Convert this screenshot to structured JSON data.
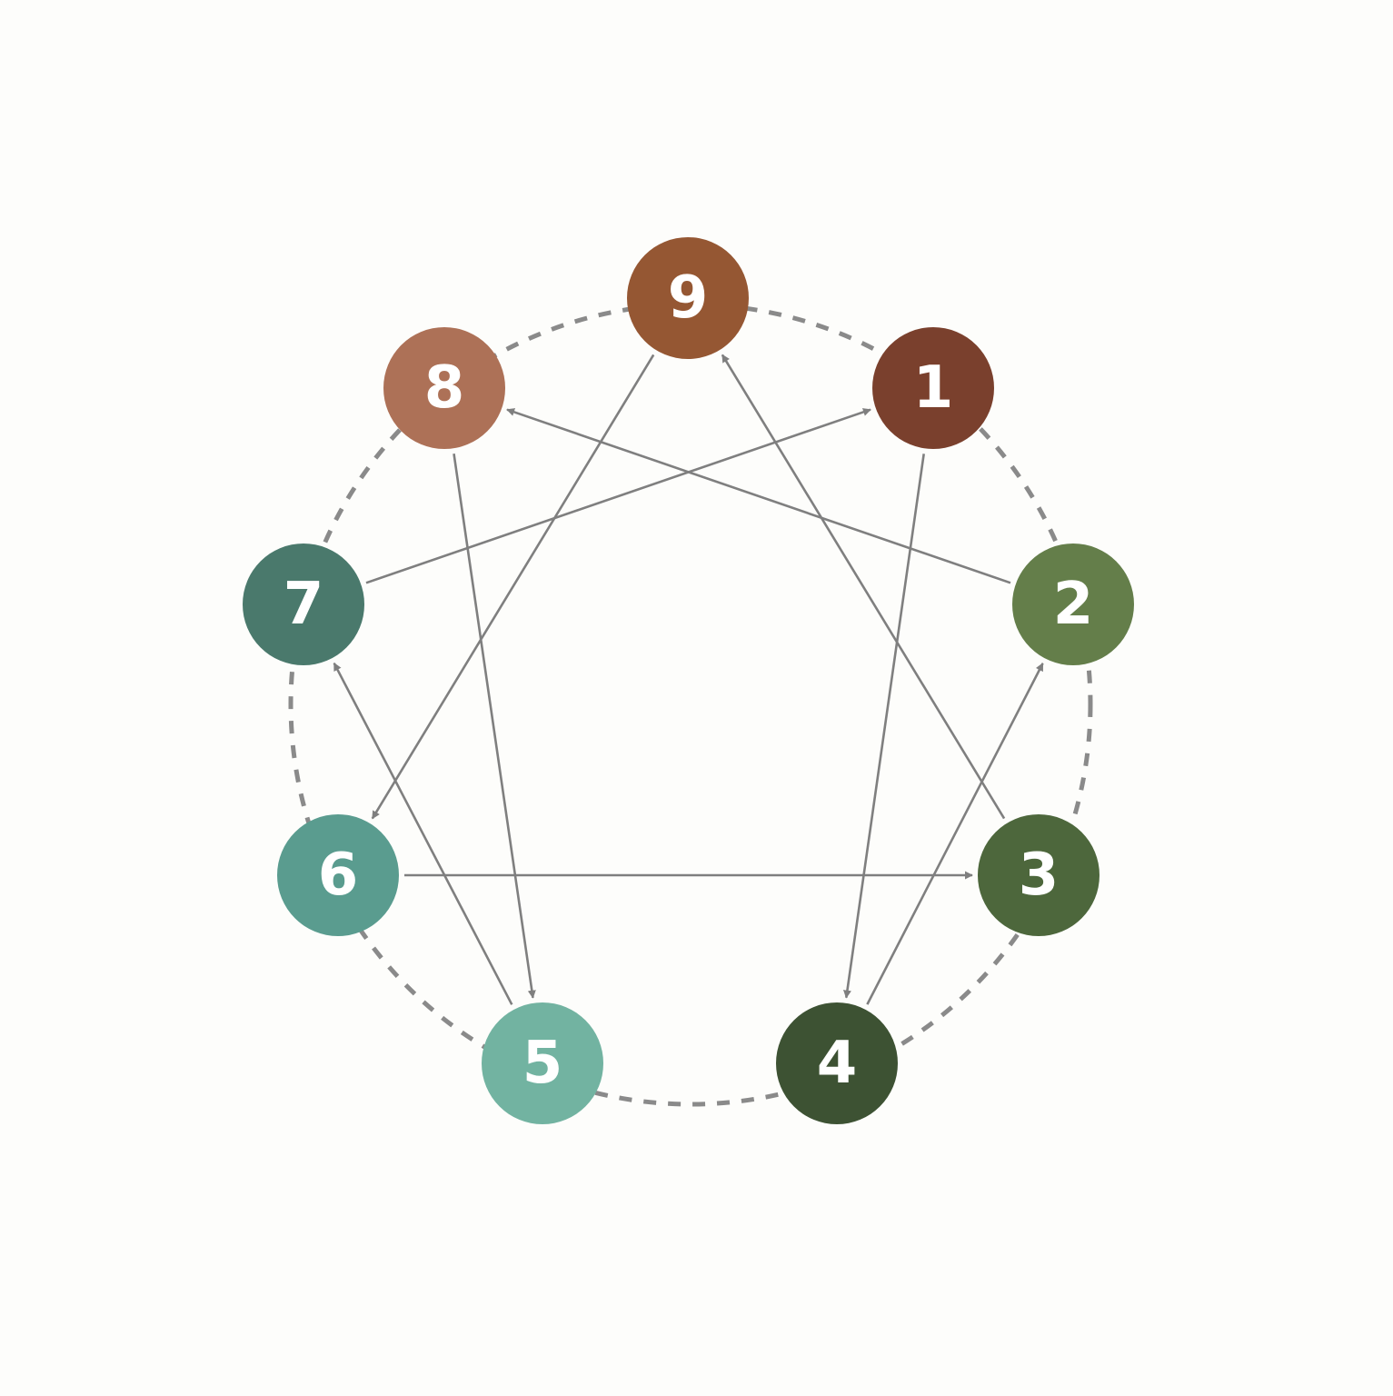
{
  "diagram": {
    "colors": {
      "background": "#fdfdfb",
      "connector": "#7f7f7f",
      "ring": "#8a8a8a",
      "label": "#ffffff"
    },
    "nodes": [
      {
        "id": "9",
        "label": "9",
        "color": "#955733"
      },
      {
        "id": "1",
        "label": "1",
        "color": "#7a402d"
      },
      {
        "id": "2",
        "label": "2",
        "color": "#647e4a"
      },
      {
        "id": "3",
        "label": "3",
        "color": "#4d673c"
      },
      {
        "id": "4",
        "label": "4",
        "color": "#3d5233"
      },
      {
        "id": "5",
        "label": "5",
        "color": "#72b3a1"
      },
      {
        "id": "6",
        "label": "6",
        "color": "#5a9c8f"
      },
      {
        "id": "7",
        "label": "7",
        "color": "#4a796c"
      },
      {
        "id": "8",
        "label": "8",
        "color": "#ad7157"
      }
    ],
    "arrows": [
      {
        "from": "1",
        "to": "4"
      },
      {
        "from": "4",
        "to": "2"
      },
      {
        "from": "2",
        "to": "8"
      },
      {
        "from": "8",
        "to": "5"
      },
      {
        "from": "5",
        "to": "7"
      },
      {
        "from": "7",
        "to": "1"
      },
      {
        "from": "9",
        "to": "6"
      },
      {
        "from": "6",
        "to": "3"
      },
      {
        "from": "3",
        "to": "9"
      }
    ]
  }
}
